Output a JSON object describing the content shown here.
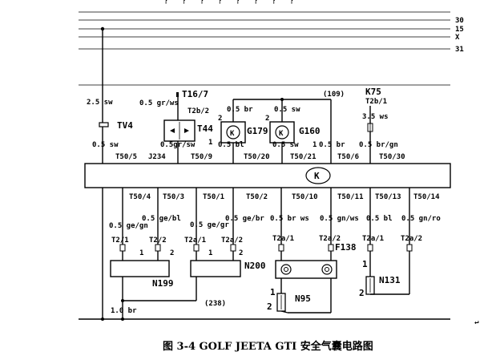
{
  "diagram": {
    "top_title": "？ ？ ？ ？ ？ ？ ？ ？",
    "caption": "图 3-4 GOLF JEETA GTI 安全气囊电路图",
    "rails": [
      "30",
      "15",
      "X",
      "31"
    ],
    "control_unit": {
      "ref": "J234",
      "symbol": "K",
      "top_pins": [
        "T50/5",
        "T50/9",
        "T50/20",
        "T50/21",
        "T50/6",
        "T50/30"
      ],
      "bottom_pins": [
        "T50/4",
        "T50/3",
        "T50/1",
        "T50/2",
        "T50/10",
        "T50/11",
        "T50/13",
        "T50/14"
      ]
    },
    "components": {
      "tv4": "TV4",
      "t44": "T44",
      "g179": "G179",
      "g160": "G160",
      "k75": "K75",
      "n199": "N199",
      "n200": "N200",
      "f138": "F138",
      "n95": "N95",
      "n131": "N131"
    },
    "connectors": {
      "t16_7": "T16/7",
      "t2b_2": "T2b/2",
      "t2b_1": "T2b/1",
      "n199_t2_1": "T2/1",
      "n199_t2_2": "T2/2",
      "n200_t2a_1": "T2a/1",
      "n200_t2a_2": "T2a/2",
      "f138_t2a_1": "T2a/1",
      "f138_t2a_2": "T2a/2",
      "n131_t2a_1": "T2a/1",
      "n131_t2a_2": "T2a/2"
    },
    "wires": {
      "main_feed": "2.5 sw",
      "main_lower": "0.5 sw",
      "t44_top": "0.5 gr/ws",
      "t44_bottom": "0.5gr/sw",
      "g179_top": "0.5 br",
      "g179_bottom": "0.5 bl",
      "g160_top": "0.5 sw",
      "g160_bottom": "0.5 sw",
      "junction_bottom": "0.5 br",
      "k75_top": "3.5 ws",
      "k75_bottom": "0.5 br/gn",
      "p4": "0.5 ge/gn",
      "p3": "0.5 ge/bl",
      "p1": "0.5 ge/gr",
      "p2": "0.5 ge/br",
      "p10": "0.5 br ws",
      "p11": "0.5 gn/ws",
      "p13": "0.5 bl",
      "p14": "0.5 gn/ro",
      "ground": "1.0 br"
    },
    "junctions": {
      "j109": "(109)",
      "j238": "(238)"
    },
    "pin_numbers": {
      "one": "1",
      "two": "2"
    },
    "return_mark": "↵"
  }
}
